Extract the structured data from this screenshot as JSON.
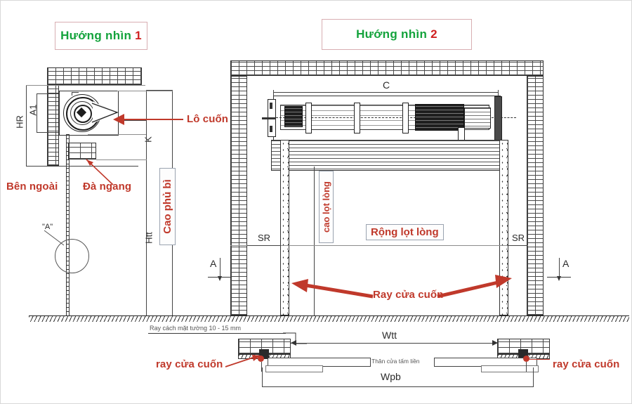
{
  "titles": {
    "view1": {
      "text": "Hướng nhìn",
      "num": "1"
    },
    "view2": {
      "text": "Hướng nhìn",
      "num": "2"
    }
  },
  "view1": {
    "labels": {
      "lo_cuon": "Lô cuốn",
      "da_ngang": "Đà ngang",
      "ben_ngoai": "Bên ngoài",
      "cao_phu_bi": "Cao phủ bì"
    },
    "dimensions": {
      "hr": "HR",
      "a1": "A1",
      "k": "K",
      "htt": "Htt",
      "detail_mark": "\"A\""
    }
  },
  "view2": {
    "labels": {
      "rong_lot_long": "Rộng lọt lòng",
      "cao_lot_long": "cao lọt lòng",
      "ray_cua_cuon": "Ray cửa cuốn"
    },
    "dimensions": {
      "c": "C",
      "sr_left": "SR",
      "sr_right": "SR",
      "section_left": "A",
      "section_right": "A"
    }
  },
  "plan": {
    "labels": {
      "ray_cach_tuong": "Ray cách mặt tường 10 - 15 mm",
      "than_cua": "Thân cửa tấm liền",
      "ray_left": "ray cửa cuốn",
      "ray_right": "ray cửa cuốn"
    },
    "dimensions": {
      "wtt": "Wtt",
      "wpb": "Wpb"
    }
  },
  "colors": {
    "annotation_red": "#c0392b",
    "title_green": "#14a33c",
    "title_number_red": "#d02020",
    "title_border": "#d8aeb2",
    "cad_line": "#3a3a3a",
    "background": "#ffffff"
  }
}
